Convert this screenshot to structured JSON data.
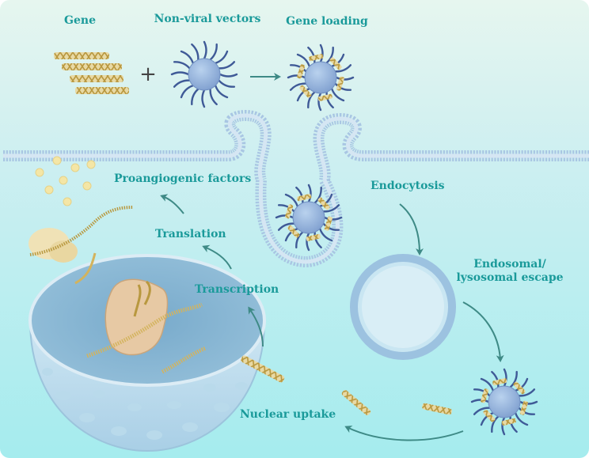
{
  "labels": {
    "gene": "Gene",
    "non_viral_vectors": "Non-viral vectors",
    "gene_loading": "Gene loading",
    "plus": "+",
    "endocytosis": "Endocytosis",
    "escape_line1": "Endosomal/",
    "escape_line2": "lysosomal escape",
    "nuclear_uptake": "Nuclear uptake",
    "transcription": "Transcription",
    "translation": "Translation",
    "proangiogenic": "Proangiogenic factors"
  },
  "colors": {
    "text_accent": "#1a9a9a",
    "membrane": "#a9c6e3",
    "vector_core": "#8fb0d9",
    "vector_tail": "#3f5a97",
    "dna": "#d9c17a",
    "nucleus": "#9cc4dc",
    "arrow": "#3e8a86"
  }
}
